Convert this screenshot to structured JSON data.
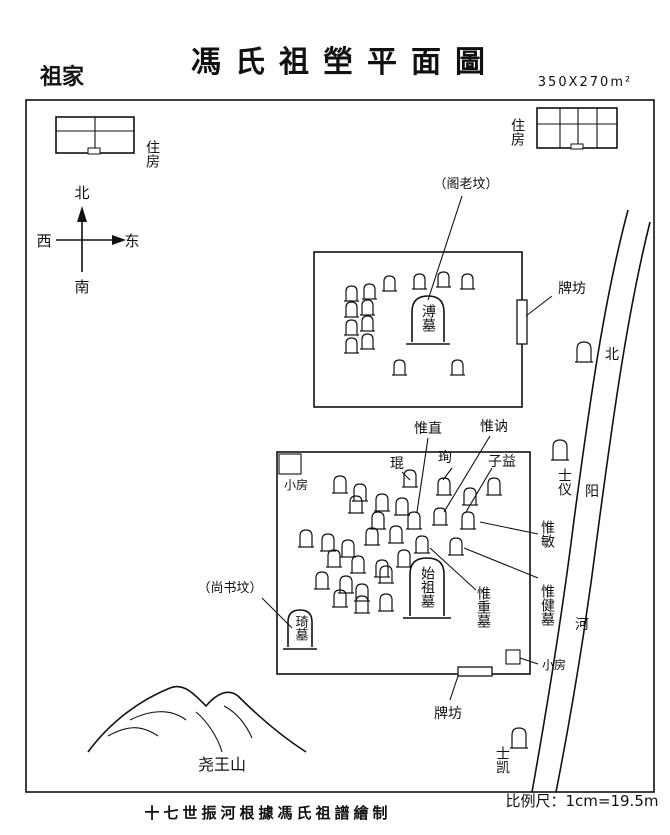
{
  "title": "馮氏祖塋平面圖",
  "dimensions": "350X270m²",
  "corner_text": "祖家",
  "compass": {
    "north": "北",
    "south": "南",
    "east": "东",
    "west": "西"
  },
  "residence": "住房",
  "upper_tomb": {
    "main_tomb": "溥墓",
    "annotation": "（阁老坟）",
    "gate": "牌坊"
  },
  "lower_tomb": {
    "main_tomb": "始祖墓",
    "small_room": "小房",
    "gate": "牌坊",
    "shangshu_annotation": "（尚书坟）",
    "qi_tomb": "琦墓",
    "name_weizhi": "惟直",
    "name_weine": "惟讷",
    "name_kun": "琨",
    "name_xun": "珣",
    "name_ziyi": "子益",
    "name_weimin": "惟敏",
    "name_weijian_tomb": "惟健墓",
    "name_weizhong_tomb": "惟重墓"
  },
  "river": {
    "north": "北",
    "yang": "阳",
    "he": "河"
  },
  "shiyi": "士仪",
  "shikai": "士凯",
  "mountain": "尧王山",
  "footer": "十七世振河根據馮氏祖譜繪制",
  "scale": "比例尺：1cm=19.5m"
}
